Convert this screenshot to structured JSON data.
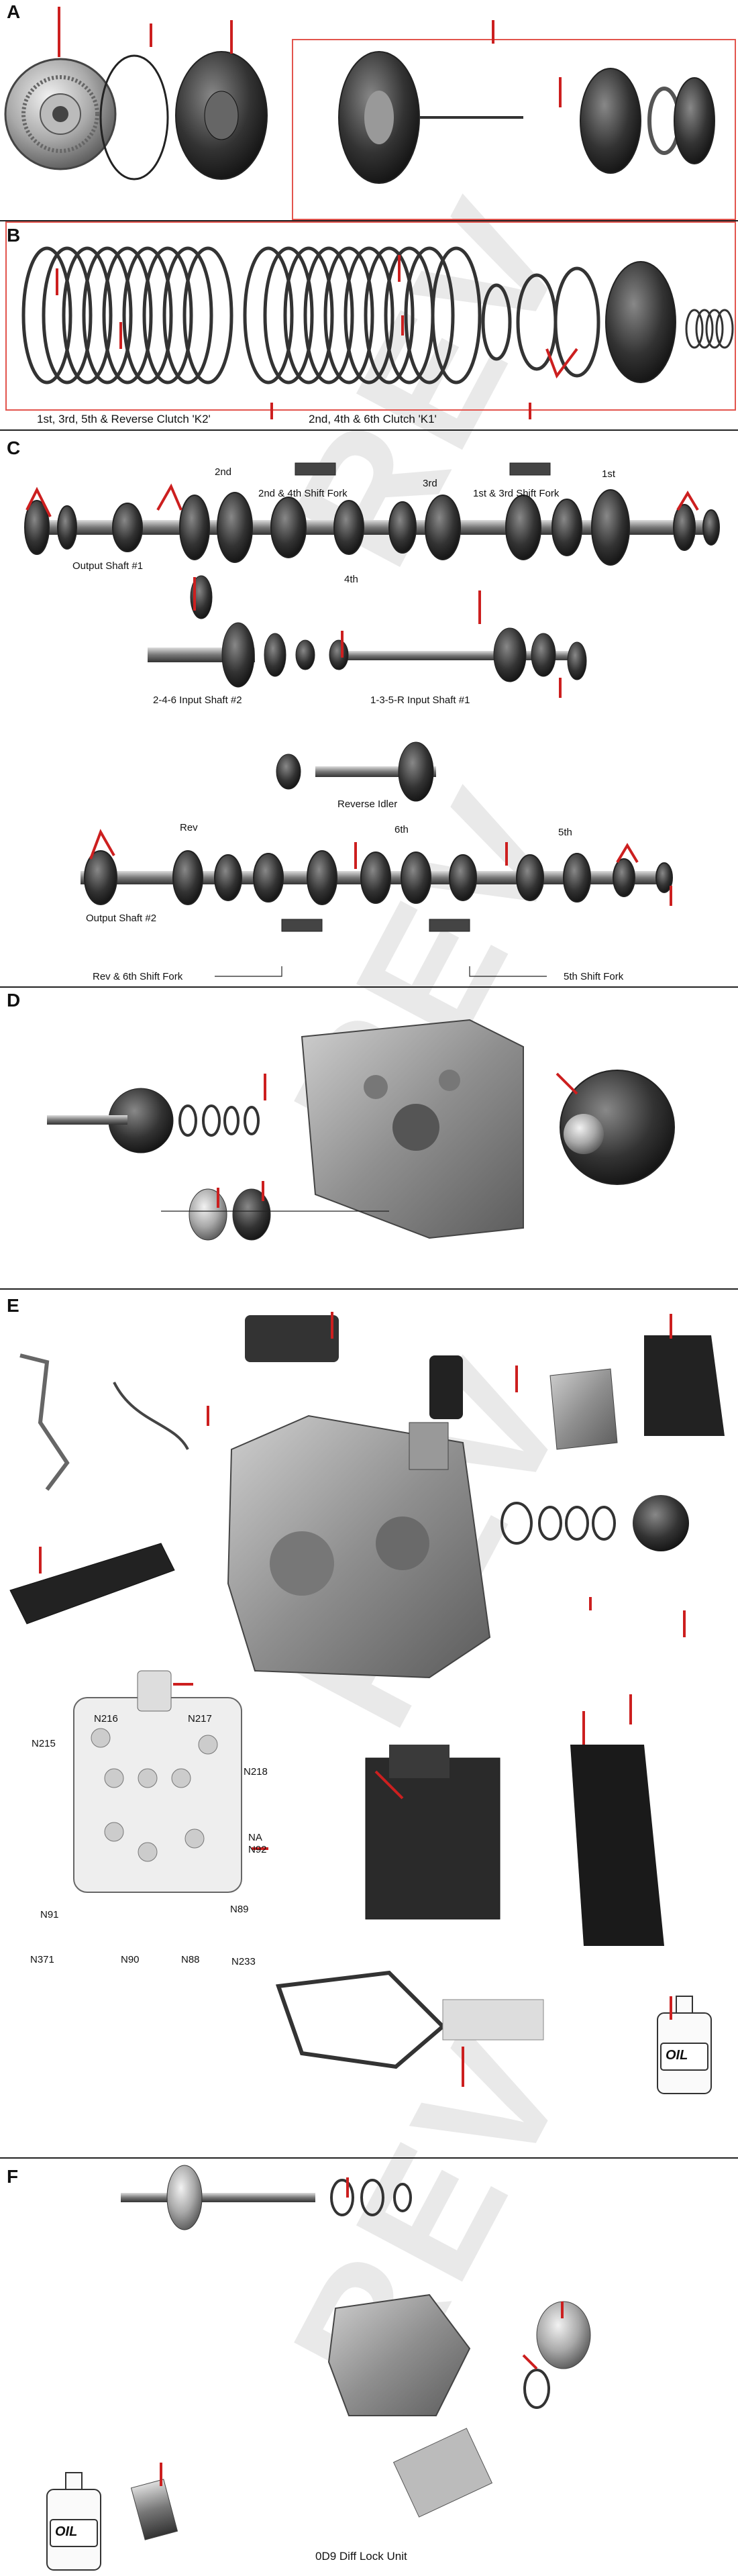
{
  "sections": {
    "a": "A",
    "b": "B",
    "c": "C",
    "d": "D",
    "e": "E",
    "f": "F"
  },
  "section_b_labels": {
    "k2": "1st, 3rd, 5th & Reverse Clutch 'K2'",
    "k1": "2nd, 4th & 6th Clutch 'K1'"
  },
  "section_c_labels": {
    "second": "2nd",
    "shift_fork_24": "2nd & 4th Shift Fork",
    "third": "3rd",
    "shift_fork_13": "1st & 3rd Shift Fork",
    "first": "1st",
    "fourth": "4th",
    "output_shaft_1": "Output Shaft #1",
    "input_shaft_2": "2-4-6 Input Shaft #2",
    "input_shaft_1": "1-3-5-R Input Shaft #1",
    "reverse_idler": "Reverse Idler",
    "rev": "Rev",
    "sixth": "6th",
    "fifth": "5th",
    "output_shaft_2": "Output Shaft #2",
    "shift_fork_r6": "Rev & 6th Shift Fork",
    "shift_fork_5": "5th Shift Fork"
  },
  "section_e_labels": {
    "n216": "N216",
    "n217": "N217",
    "n215": "N215",
    "n218": "N218",
    "na": "NA",
    "n92": "N92",
    "n91": "N91",
    "n89": "N89",
    "n371": "N371",
    "n90": "N90",
    "n88": "N88",
    "n233": "N233",
    "oil": "OIL"
  },
  "section_f_labels": {
    "oil": "OIL",
    "caption": "0D9 Diff Lock Unit"
  },
  "watermark": "REV",
  "colors": {
    "accent_red": "#e2544d",
    "marker_red": "#cc1f1f",
    "divider": "#222222"
  }
}
